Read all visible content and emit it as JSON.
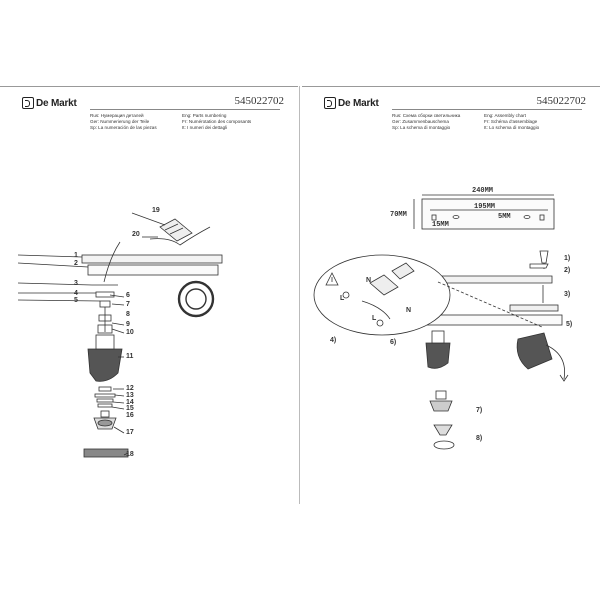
{
  "left_page": {
    "logo_text": "De Markt",
    "article": "545022702",
    "lang": [
      [
        "Rus: Нумерация деталей",
        "Eng: Parts numbering"
      ],
      [
        "Ger: Nummerierung der Teile",
        "Fr: Numérotation des composants"
      ],
      [
        "Sp: La numeración de las piezas",
        "It: I numeri dei dettagli"
      ]
    ],
    "parts": [
      "19",
      "20",
      "1",
      "2",
      "3",
      "4",
      "5",
      "6",
      "7",
      "8",
      "9",
      "10",
      "11",
      "12",
      "13",
      "14",
      "15",
      "16",
      "17",
      "18"
    ]
  },
  "right_page": {
    "logo_text": "De Markt",
    "article": "545022702",
    "lang": [
      [
        "Rus: Схема сборки светильника",
        "Eng: Assembly chart"
      ],
      [
        "Ger: Zusammenbauschema",
        "Fr: Schéma d'assemblage"
      ],
      [
        "Sp: La schema di montaggio",
        "It: Lo schema di montaggio"
      ]
    ],
    "dims": {
      "width": "240MM",
      "inner": "195MM",
      "height": "70MM",
      "offset": "15MM",
      "small": "5MM"
    },
    "steps": [
      "1)",
      "2)",
      "3)",
      "4)",
      "5)",
      "6)",
      "7)",
      "8)"
    ],
    "wire_labels": [
      "N",
      "L",
      "N",
      "L"
    ]
  }
}
